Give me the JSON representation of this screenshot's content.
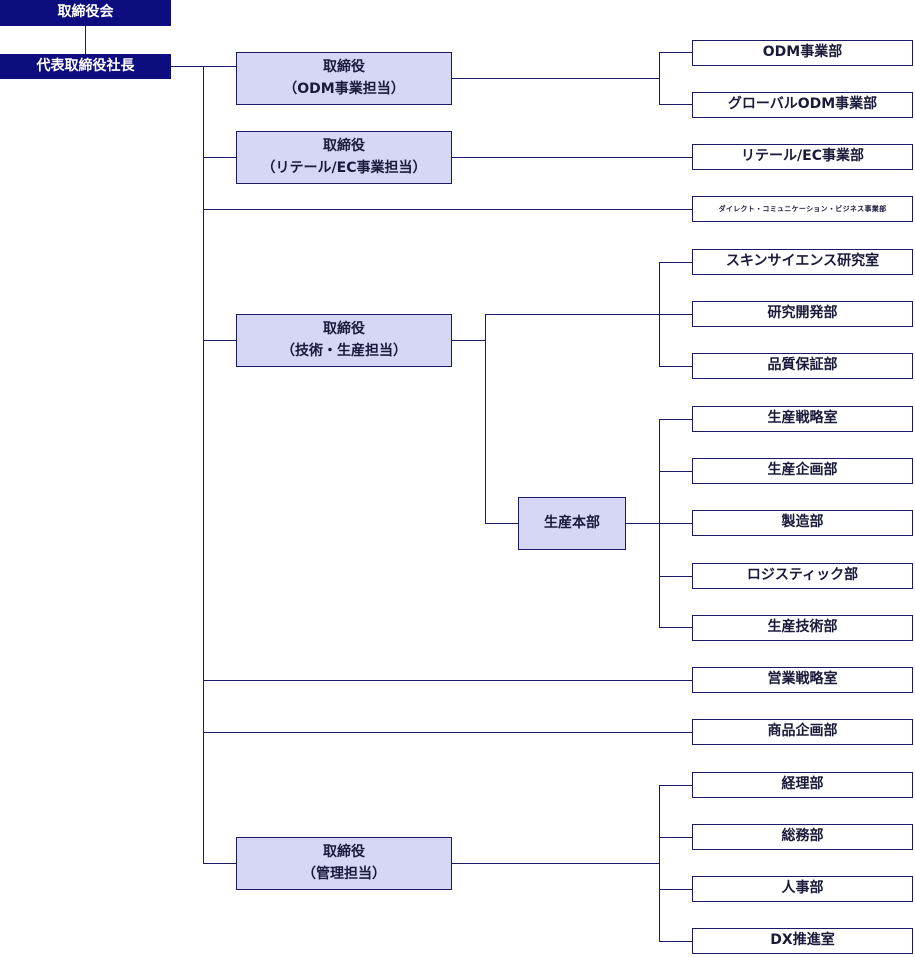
{
  "top": {
    "board": "取締役会",
    "president": "代表取締役社長"
  },
  "directors": {
    "odm": {
      "line1": "取締役",
      "line2": "（ODM事業担当）"
    },
    "retail": {
      "line1": "取締役",
      "line2": "（リテール/EC事業担当）"
    },
    "tech": {
      "line1": "取締役",
      "line2": "（技術・生産担当）"
    },
    "admin": {
      "line1": "取締役",
      "line2": "（管理担当）"
    }
  },
  "production_hq": "生産本部",
  "departments": {
    "odm": "ODM事業部",
    "global_odm": "グローバルODM事業部",
    "retail_ec": "リテール/EC事業部",
    "direct": "ダイレクト・コミュニケーション・ビジネス事業部",
    "skin_science": "スキンサイエンス研究室",
    "rnd": "研究開発部",
    "qa": "品質保証部",
    "prod_strategy": "生産戦略室",
    "prod_planning": "生産企画部",
    "manufacturing": "製造部",
    "logistics": "ロジスティック部",
    "prod_tech": "生産技術部",
    "sales_strategy": "営業戦略室",
    "product_planning": "商品企画部",
    "accounting": "経理部",
    "general_affairs": "総務部",
    "hr": "人事部",
    "dx": "DX推進室"
  },
  "colors": {
    "header_fill": "#0d0d80",
    "director_fill": "#d6d7f5",
    "line": "#1a1a66"
  }
}
